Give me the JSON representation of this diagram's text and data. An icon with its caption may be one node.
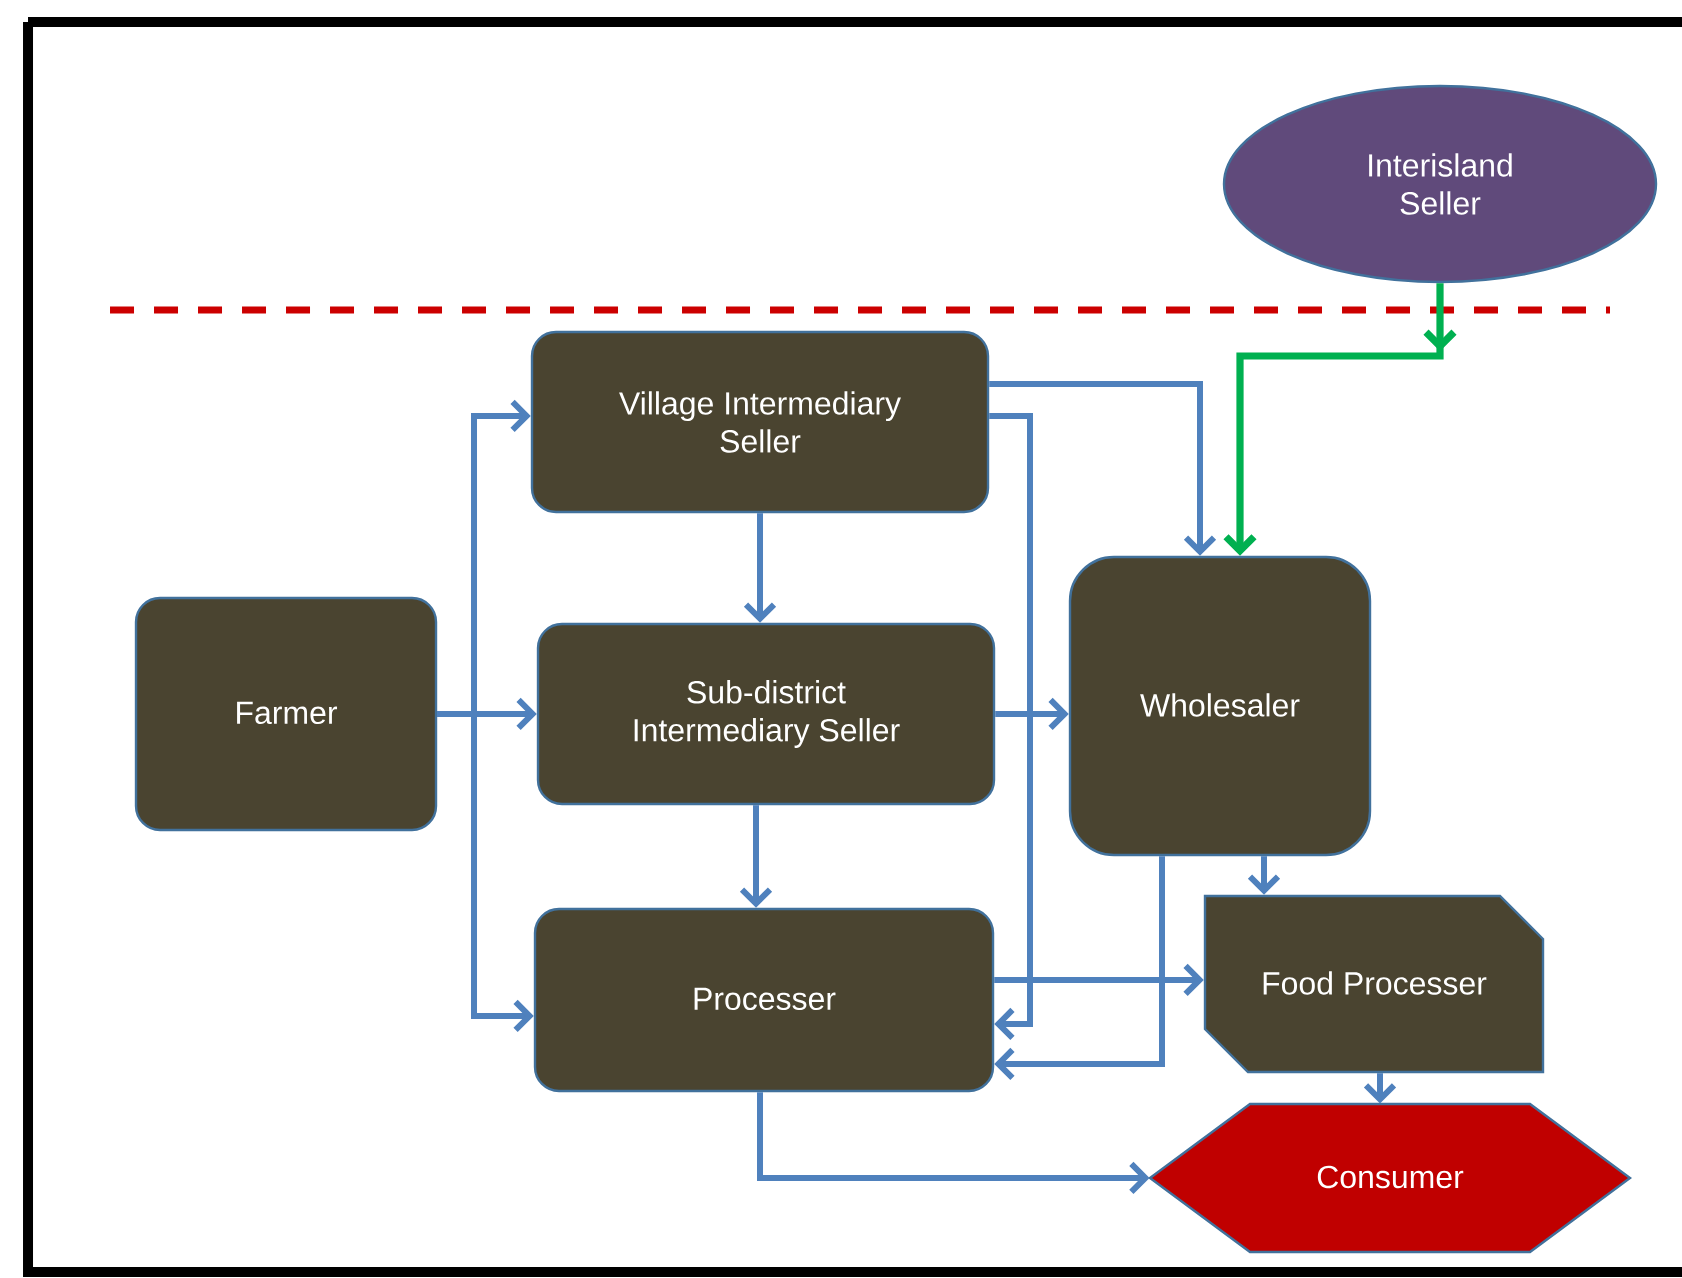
{
  "diagram": {
    "nodes": [
      {
        "text": [
          "Interisland Seller"
        ]
      },
      {
        "text": [
          "Village Intermediary Seller"
        ]
      },
      {
        "text": [
          "Farmer"
        ]
      },
      {
        "text": [
          "Sub-district Intermediary Seller"
        ]
      },
      {
        "text": [
          "Wholesaler"
        ]
      },
      {
        "text": [
          "Processer"
        ]
      },
      {
        "text": [
          "Food Processer"
        ]
      },
      {
        "text": [
          "Consumer"
        ]
      }
    ],
    "edges": [
      {
        "from": 2,
        "to": 1,
        "arrow": "to"
      },
      {
        "from": 2,
        "to": 3,
        "arrow": "to"
      },
      {
        "from": 2,
        "to": 5,
        "arrow": "to"
      },
      {
        "from": 1,
        "to": 3,
        "arrow": "to"
      },
      {
        "from": 1,
        "to": 4,
        "arrow": "to"
      },
      {
        "from": 1,
        "to": 5,
        "arrow": "to"
      },
      {
        "from": 3,
        "to": 4,
        "arrow": "to"
      },
      {
        "from": 3,
        "to": 5,
        "arrow": "to"
      },
      {
        "from": 4,
        "to": 6,
        "arrow": "to"
      },
      {
        "from": 4,
        "to": 5,
        "arrow": "to"
      },
      {
        "from": 5,
        "to": 6,
        "arrow": "to"
      },
      {
        "from": 5,
        "to": 7,
        "arrow": "to"
      },
      {
        "from": 6,
        "to": 7,
        "arrow": "to"
      },
      {
        "from": 0,
        "to": 4,
        "arrow": "to",
        "color": "#00b050"
      }
    ]
  }
}
